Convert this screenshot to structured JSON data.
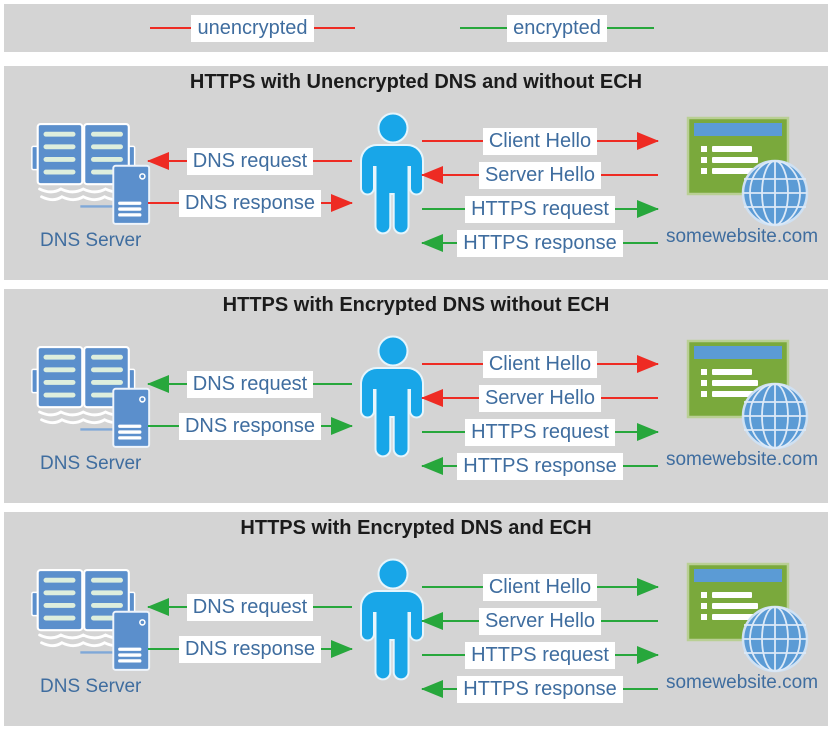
{
  "colors": {
    "unencrypted": "#ee2b23",
    "encrypted": "#27a73c"
  },
  "legend": {
    "items": [
      {
        "label": "unencrypted",
        "status": "unencrypted"
      },
      {
        "label": "encrypted",
        "status": "encrypted"
      }
    ]
  },
  "panels": [
    {
      "title": "HTTPS with Unencrypted DNS and without ECH",
      "dns_server_label": "DNS Server",
      "website_label": "somewebsite.com",
      "arrows": [
        {
          "label": "DNS request",
          "dir": "left",
          "status": "unencrypted"
        },
        {
          "label": "DNS response",
          "dir": "right",
          "status": "unencrypted"
        },
        {
          "label": "Client Hello",
          "dir": "right",
          "status": "unencrypted"
        },
        {
          "label": "Server Hello",
          "dir": "left",
          "status": "unencrypted"
        },
        {
          "label": "HTTPS request",
          "dir": "right",
          "status": "encrypted"
        },
        {
          "label": "HTTPS response",
          "dir": "left",
          "status": "encrypted"
        }
      ]
    },
    {
      "title": "HTTPS with Encrypted DNS without ECH",
      "dns_server_label": "DNS Server",
      "website_label": "somewebsite.com",
      "arrows": [
        {
          "label": "DNS request",
          "dir": "left",
          "status": "encrypted"
        },
        {
          "label": "DNS response",
          "dir": "right",
          "status": "encrypted"
        },
        {
          "label": "Client Hello",
          "dir": "right",
          "status": "unencrypted"
        },
        {
          "label": "Server Hello",
          "dir": "left",
          "status": "unencrypted"
        },
        {
          "label": "HTTPS request",
          "dir": "right",
          "status": "encrypted"
        },
        {
          "label": "HTTPS response",
          "dir": "left",
          "status": "encrypted"
        }
      ]
    },
    {
      "title": "HTTPS with Encrypted DNS and ECH",
      "dns_server_label": "DNS Server",
      "website_label": "somewebsite.com",
      "arrows": [
        {
          "label": "DNS request",
          "dir": "left",
          "status": "encrypted"
        },
        {
          "label": "DNS response",
          "dir": "right",
          "status": "encrypted"
        },
        {
          "label": "Client Hello",
          "dir": "right",
          "status": "encrypted"
        },
        {
          "label": "Server Hello",
          "dir": "left",
          "status": "encrypted"
        },
        {
          "label": "HTTPS request",
          "dir": "right",
          "status": "encrypted"
        },
        {
          "label": "HTTPS response",
          "dir": "left",
          "status": "encrypted"
        }
      ]
    }
  ]
}
